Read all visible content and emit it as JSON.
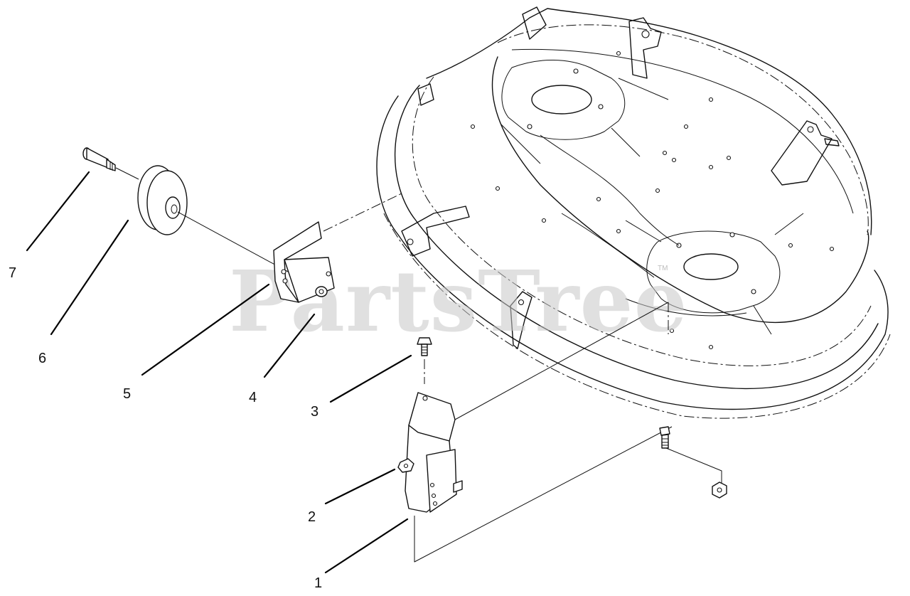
{
  "watermark": {
    "text": "PartsTree",
    "trademark": "TM"
  },
  "callouts": [
    {
      "id": "1",
      "label": "1"
    },
    {
      "id": "2",
      "label": "2"
    },
    {
      "id": "3",
      "label": "3"
    },
    {
      "id": "4",
      "label": "4"
    },
    {
      "id": "5",
      "label": "5"
    },
    {
      "id": "6",
      "label": "6"
    },
    {
      "id": "7",
      "label": "7"
    }
  ]
}
